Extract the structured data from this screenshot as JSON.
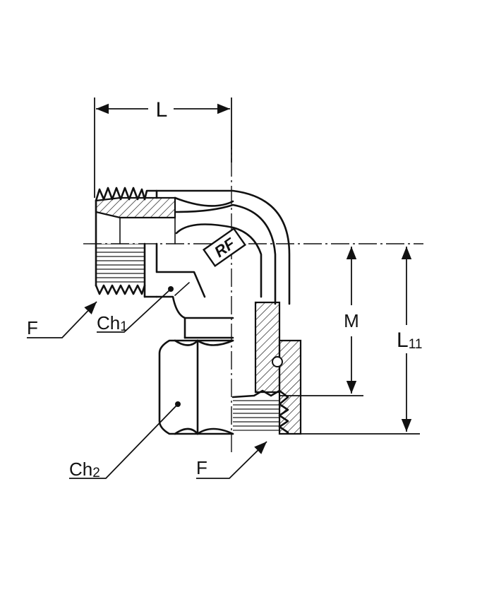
{
  "labels": {
    "length": "L",
    "thread_left": "F",
    "thread_bottom": "F",
    "wrench_1_main": "Ch",
    "wrench_1_sub": "1",
    "wrench_2_main": "Ch",
    "wrench_2_sub": "2",
    "height_m": "M",
    "height_l11_main": "L",
    "height_l11_sub": "11"
  },
  "logo": {
    "text": "RF"
  }
}
